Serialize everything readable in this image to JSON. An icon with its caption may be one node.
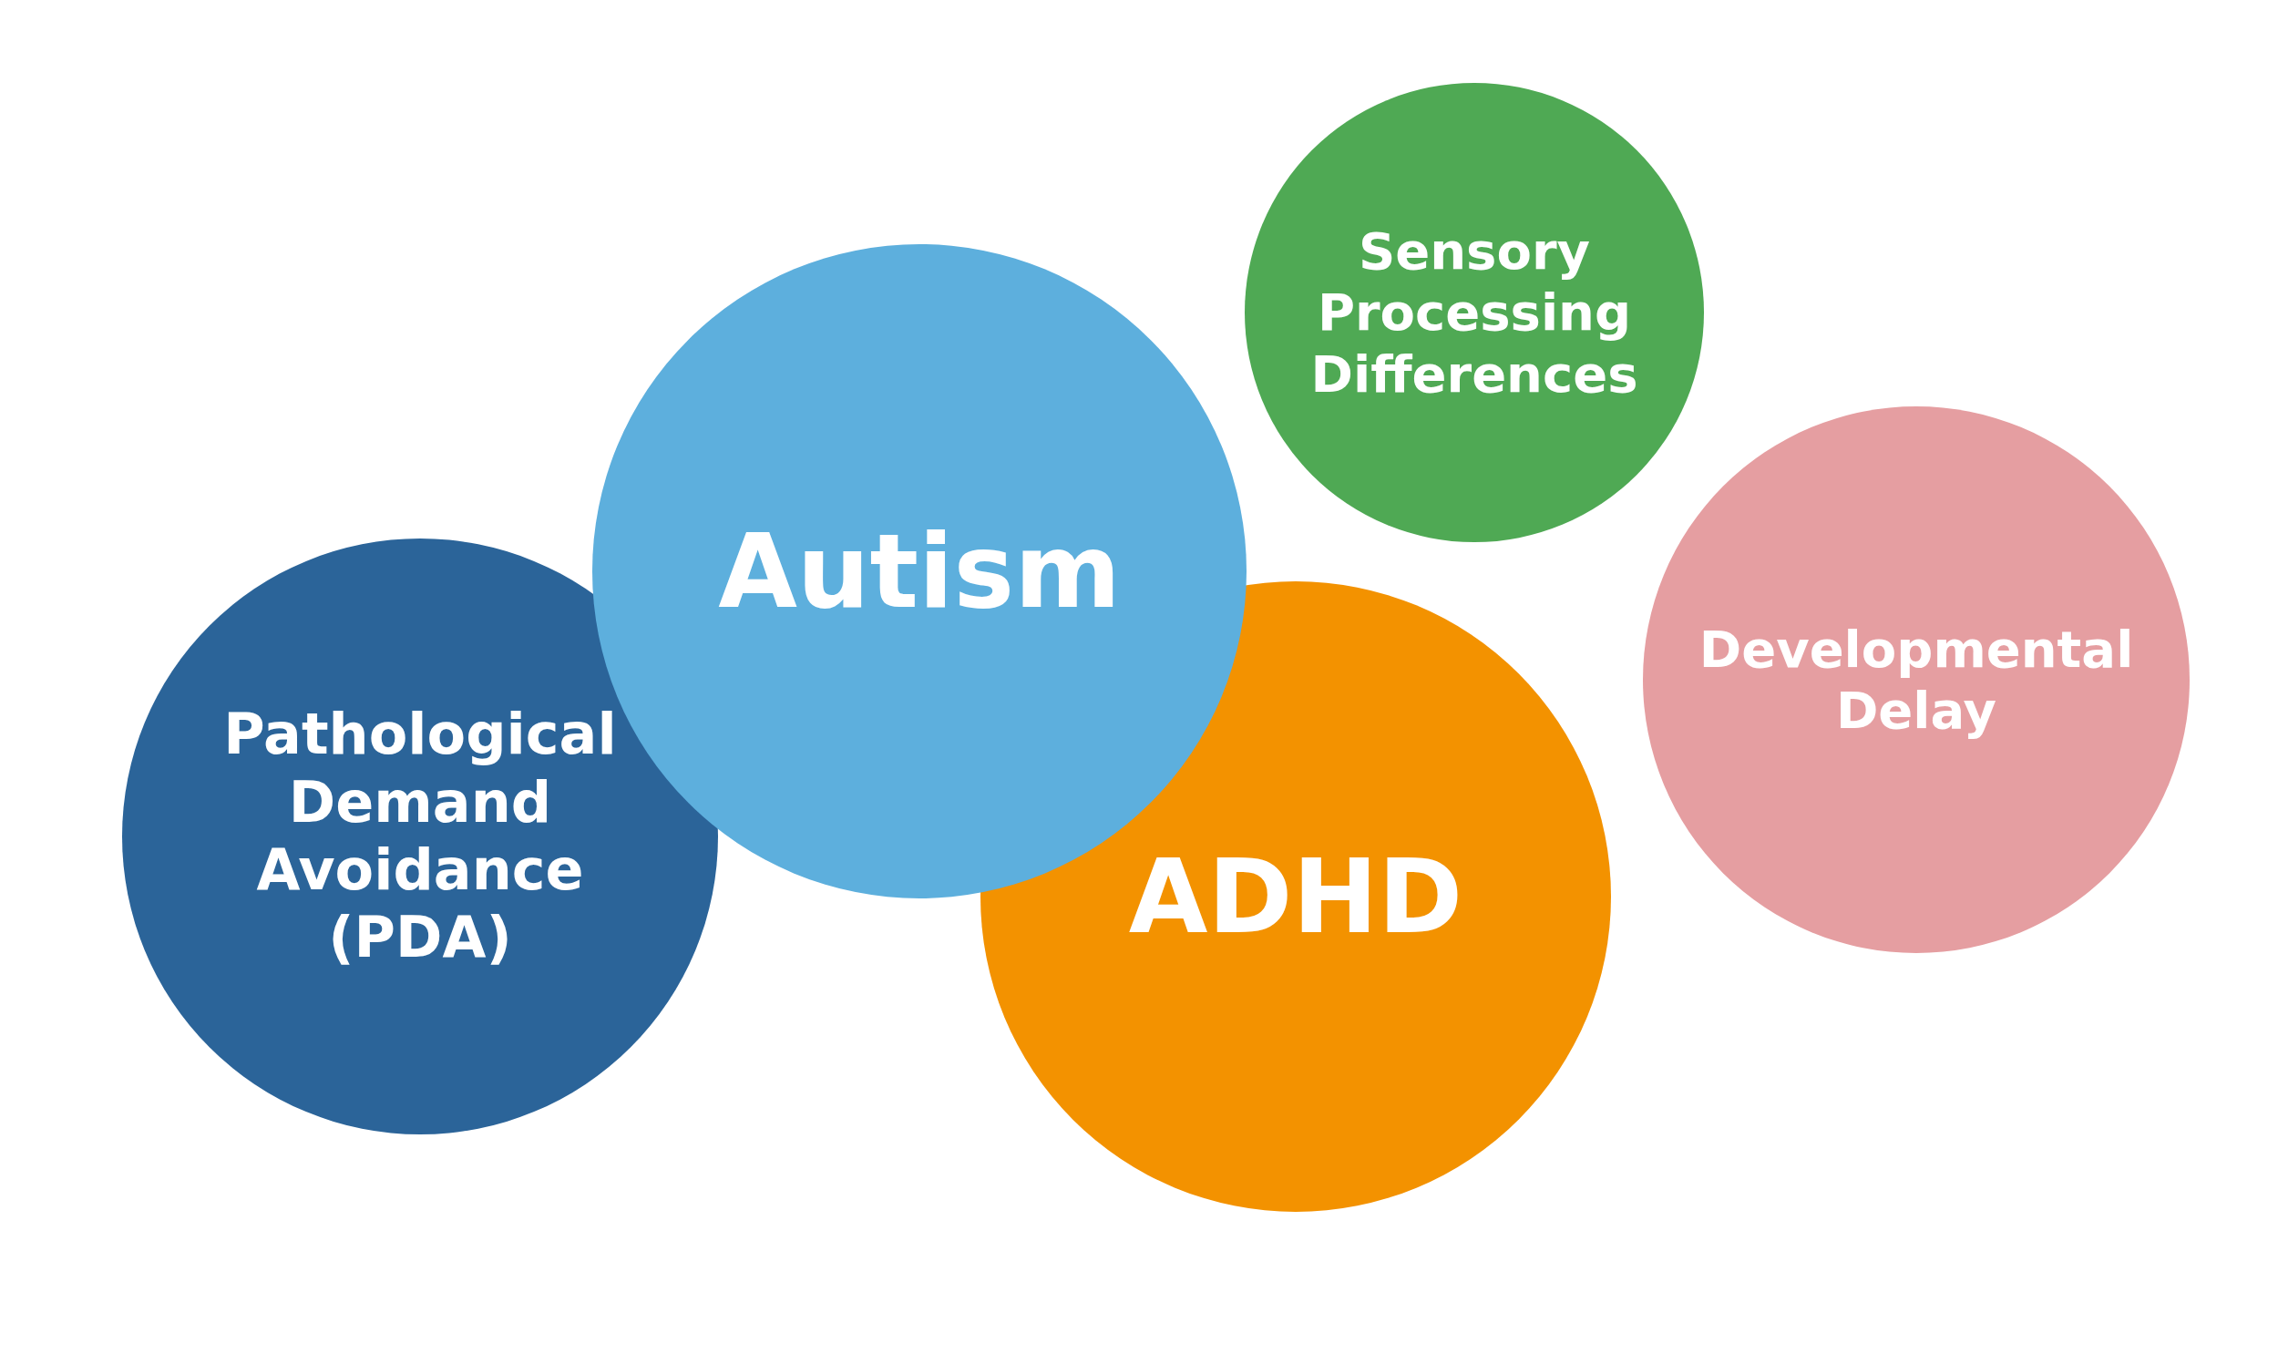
{
  "diagram": {
    "nodes": [
      {
        "text": [
          "Sensory Processing Differences"
        ]
      },
      {
        "text": [
          "Autism"
        ]
      },
      {
        "text": [
          "Developmental Delay"
        ]
      },
      {
        "text": [
          "Pathological Demand Avoidance (PDA)"
        ]
      },
      {
        "text": [
          "ADHD"
        ]
      }
    ]
  }
}
